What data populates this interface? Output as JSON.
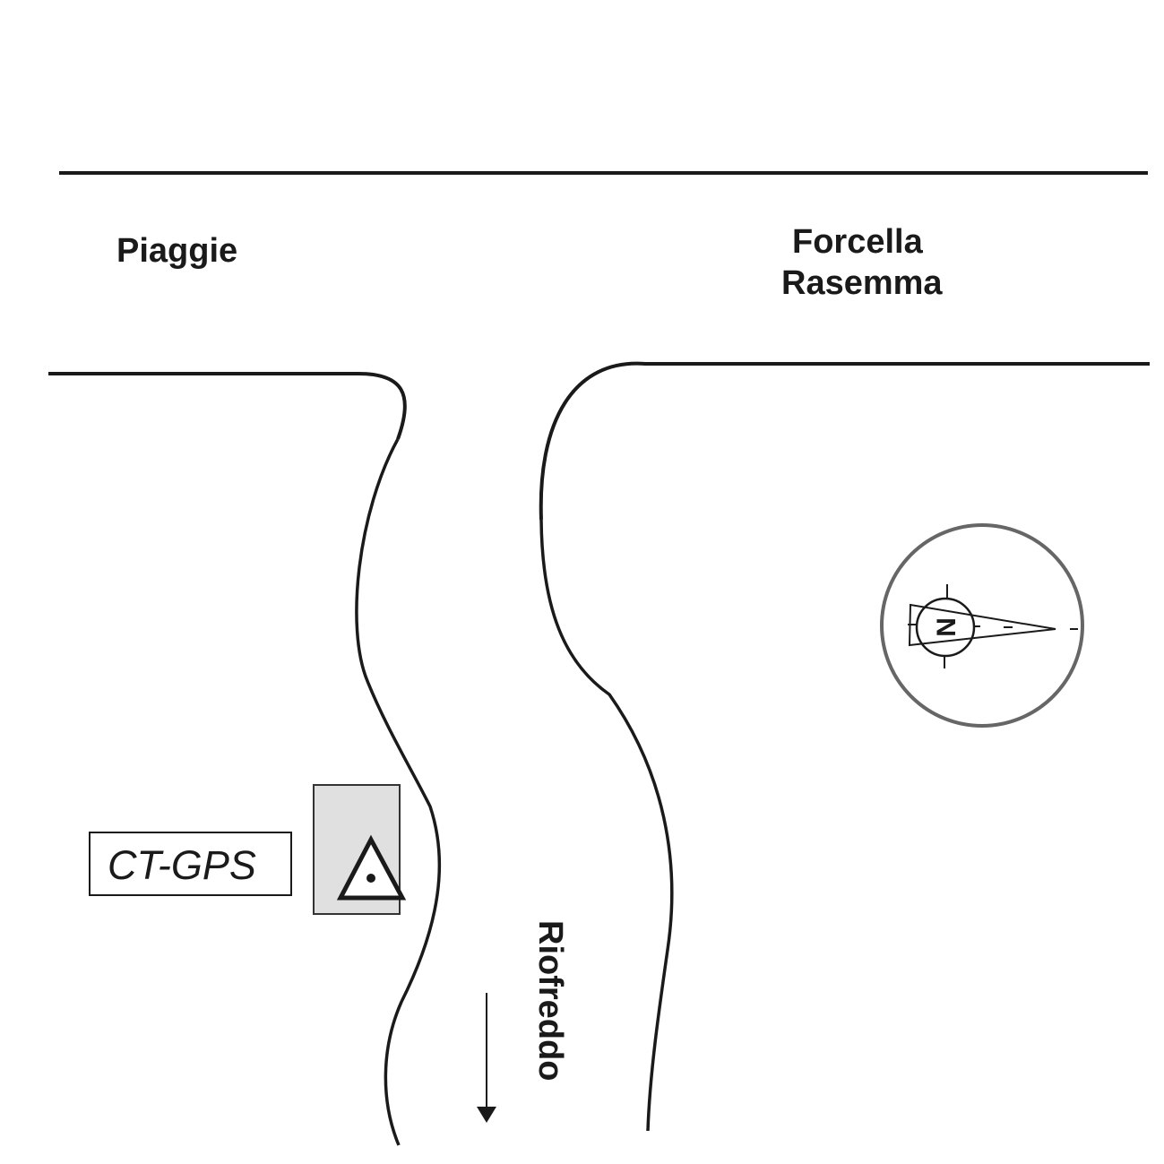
{
  "map": {
    "place_labels": {
      "piaggie": "Piaggie",
      "forcella_line1": "Forcella",
      "forcella_line2": "Rasemma",
      "river": "Riofreddo"
    },
    "station": {
      "label": "CT-GPS"
    },
    "compass": {
      "north_letter": "N"
    },
    "colors": {
      "ink": "#1a1a1a",
      "station_fill": "#e0e0e0",
      "compass_ring": "#666666"
    }
  }
}
